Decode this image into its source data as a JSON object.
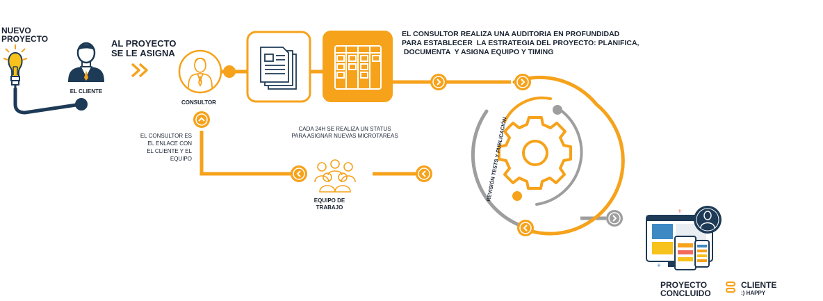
{
  "start": {
    "line1": "NUEVO",
    "line2": "PROYECTO"
  },
  "assign": {
    "line1": "AL PROYECTO",
    "line2_prefix": "SE LE ",
    "line2_strong": "ASIGNA"
  },
  "client_label": "EL CLIENTE",
  "consultor_label": "CONSULTOR",
  "link_text": [
    "EL CONSULTOR ES",
    "EL ENLACE CON",
    "EL CLIENTE Y EL",
    "EQUIPO"
  ],
  "status_text": [
    "CADA 24H SE REALIZA UN STATUS",
    "PARA ASIGNAR NUEVAS MICROTAREAS"
  ],
  "team_label": [
    "EQUIPO DE",
    "TRABAJO"
  ],
  "audit_text": [
    "EL CONSULTOR REALIZA UNA AUDITORIA EN PROFUNDIDAD",
    "PARA ESTABLECER  LA ESTRATEGIA DEL PROYECTO: PLANIFICA,",
    " DOCUMENTA  Y ASIGNA EQUIPO Y TIMING"
  ],
  "cycle_label": "REVISIÓN  TESTS Y PUBLICACIÓN",
  "end": {
    "line1": "PROYECTO",
    "line2": "CONCLUIDO"
  },
  "happy": {
    "line1": "CLIENTE",
    "line2": ":) HAPPY"
  },
  "colors": {
    "orange": "#f6a21b",
    "navy": "#1d3a56",
    "gray": "#9e9e9e",
    "text": "#1b2433"
  },
  "icons": [
    "lightbulb-icon",
    "client-person-icon",
    "double-chevron-icon",
    "consultor-person-icon",
    "documents-icon",
    "kanban-board-icon",
    "gear-icon",
    "team-icon",
    "devices-icon",
    "smile-icon"
  ]
}
